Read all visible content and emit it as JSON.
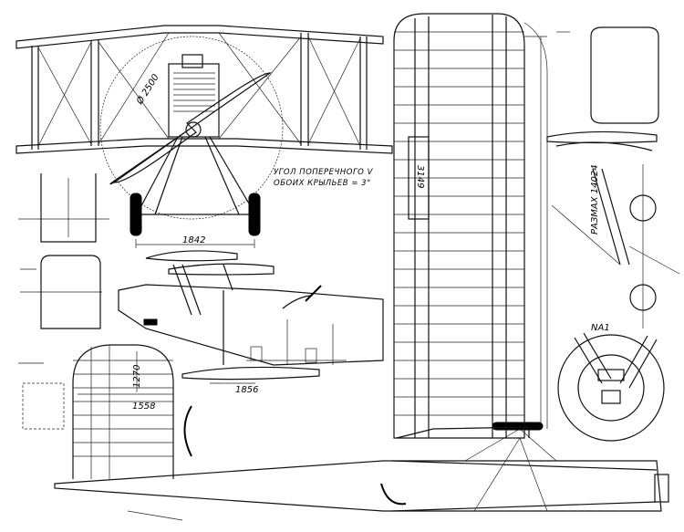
{
  "labels": {
    "prop_diameter": "Ø 2500",
    "dihedral_line1": "УГОЛ ПОПЕРЕЧНОГО V",
    "dihedral_line2": "ОБОИХ КРЫЛЬЕВ = 3°",
    "track": "1842",
    "wing_chord": "3149",
    "span": "РАЗМАХ 14024",
    "stab_chord": "1270",
    "stab_span": "1558",
    "wheelbase": "1856",
    "detail_mark": "NA1"
  }
}
